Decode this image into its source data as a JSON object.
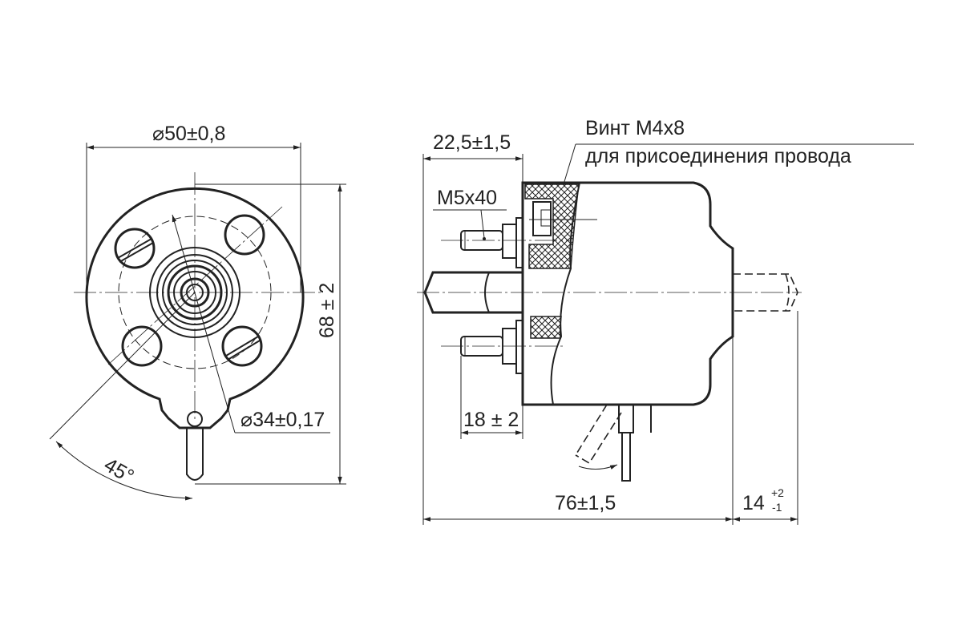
{
  "front_view": {
    "diameter_outer": {
      "symbol": "⌀",
      "value": "50",
      "tolerance": "±0,8"
    },
    "diameter_holes": {
      "symbol": "⌀",
      "value": "34",
      "tolerance": "±0,17"
    },
    "height": {
      "value": "68",
      "tolerance": "± 2"
    },
    "angle": "45°"
  },
  "side_view": {
    "base_offset": {
      "value": "22,5",
      "tolerance": "±1,5"
    },
    "screw_label": "Винт М4х8",
    "screw_purpose": "для присоединения провода",
    "stud_label": "М5х40",
    "stud_length": {
      "value": "18",
      "tolerance": "± 2"
    },
    "body_length": {
      "value": "76",
      "tolerance": "±1,5"
    },
    "shaft_length": {
      "value": "14",
      "tol_upper": "+2",
      "tol_lower": "-1"
    }
  },
  "colors": {
    "line": "#222222",
    "background": "#ffffff"
  }
}
